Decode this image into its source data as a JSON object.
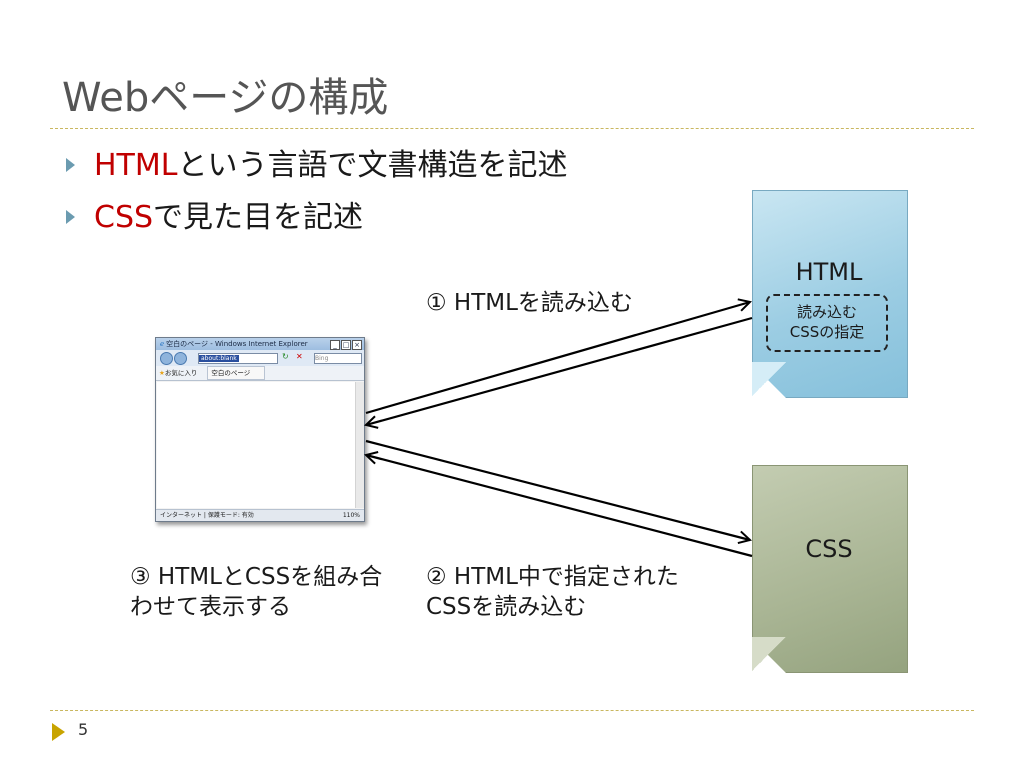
{
  "slide": {
    "title": "Webページの構成",
    "page_number": "5",
    "accent_color": "#c00000",
    "rule_color": "#c9b760"
  },
  "bullets": [
    {
      "highlight": "HTML",
      "rest": "という言語で文書構造を記述"
    },
    {
      "highlight": "CSS",
      "rest": "で見た目を記述"
    }
  ],
  "docs": {
    "html": {
      "label": "HTML",
      "note_line1": "読み込む",
      "note_line2": "CSSの指定",
      "color": "#9ccde3"
    },
    "css": {
      "label": "CSS",
      "color": "#a8b493"
    }
  },
  "notes": {
    "step1": "① HTMLを読み込む",
    "step2": "② HTML中で指定されたCSSを読み込む",
    "step3": "③ HTMLとCSSを組み合わせて表示する"
  },
  "browser": {
    "window_title": "空白のページ - Windows Internet Explorer",
    "address": "about:blank",
    "search_placeholder": "Bing",
    "favorites_label": "お気に入り",
    "tab_label": "空白のページ",
    "status_text": "インターネット | 保護モード: 有効",
    "zoom": "110%",
    "icons": [
      "ie-logo-icon",
      "back-icon",
      "forward-icon",
      "refresh-icon",
      "stop-icon",
      "star-icon"
    ]
  }
}
